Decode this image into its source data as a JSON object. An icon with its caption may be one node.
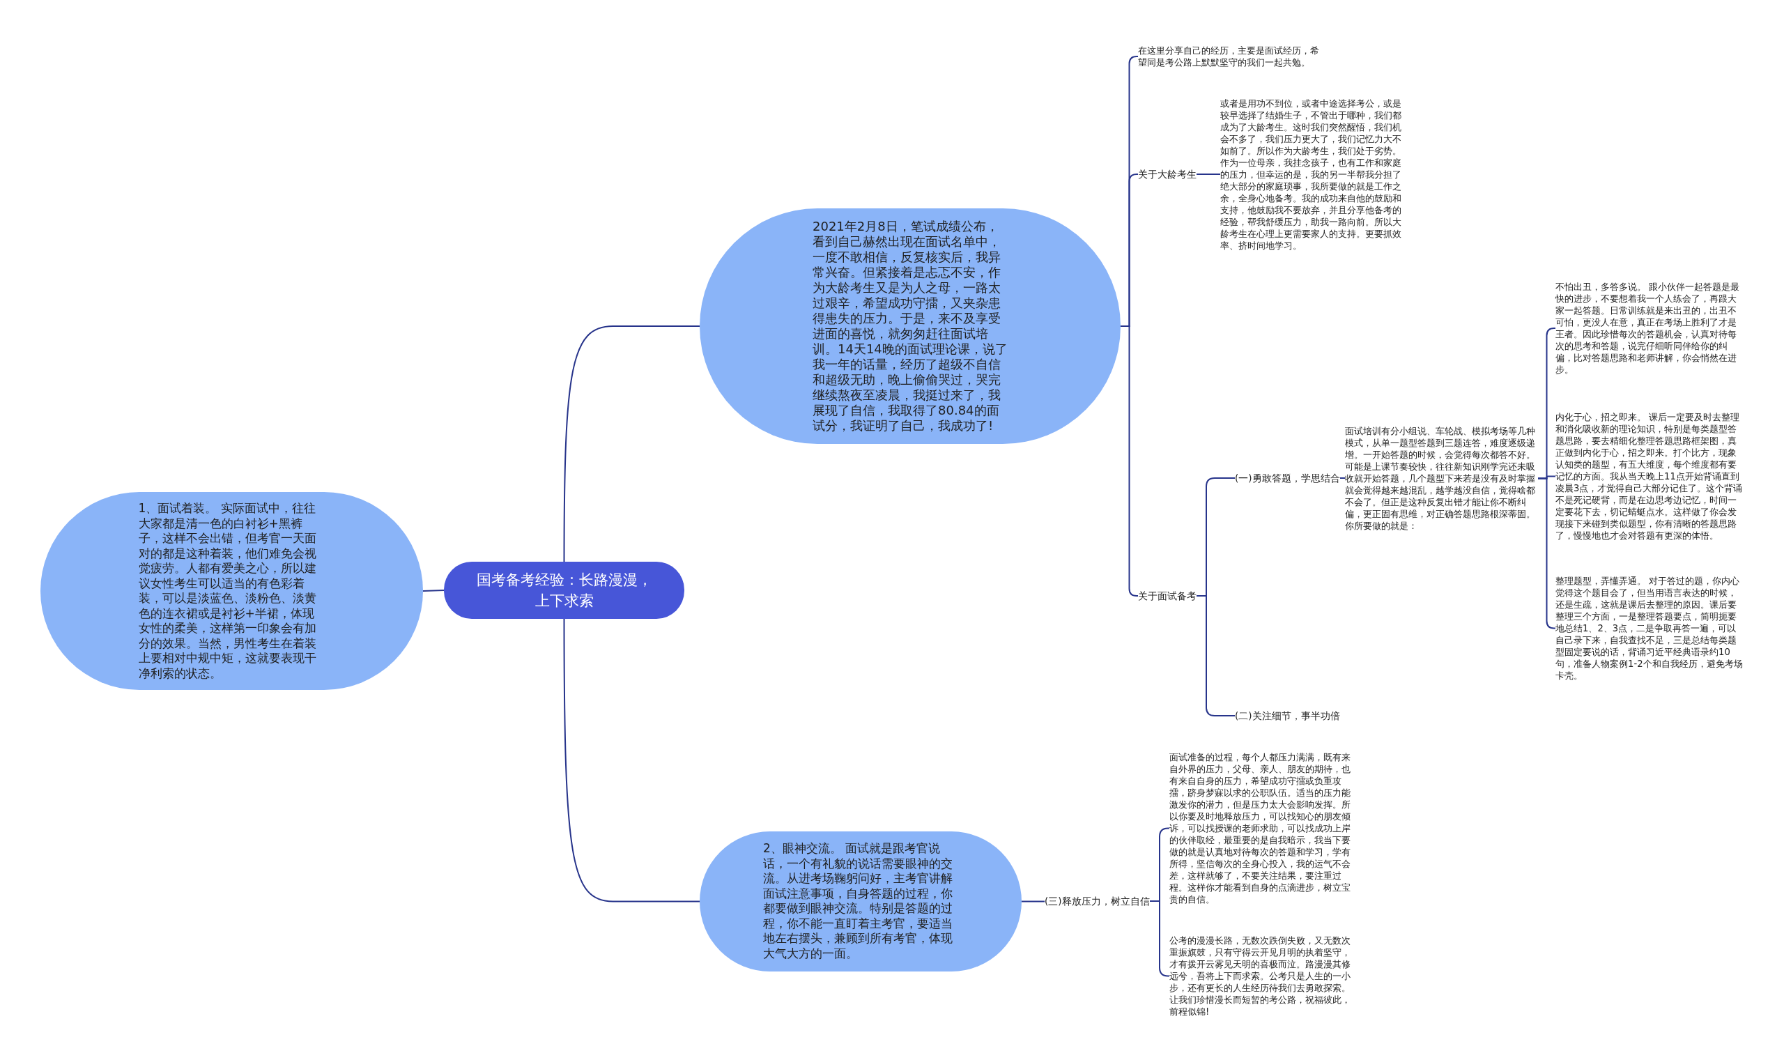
{
  "diagram": {
    "nodes": [
      {
        "text": [
          "国考备考经验：长路漫漫，上下求索"
        ]
      },
      {
        "text": [
          "1、面试着装。 实际面试中，往往大家都是清一色的白衬衫+黑裤子，这样不会出错，但考官一天面对的都是这种着装，他们难免会视觉疲劳。人都有爱美之心，所以建议女性考生可以适当的有色彩着装，可以是淡蓝色、淡粉色、淡黄色的连衣裙或是衬衫+半裙，体现女性的柔美，这样第一印象会有加分的效果。当然，男性考生在着装上要相对中规中矩，这就要表现干净利索的状态。"
        ]
      },
      {
        "text": [
          "2021年2月8日，笔试成绩公布，看到自己赫然出现在面试名单中，一度不敢相信，反复核实后，我异常兴奋。但紧接着是忐忑不安，作为大龄考生又是为人之母，一路太过艰辛，希望成功守擂，又夹杂患得患失的压力。于是，来不及享受进面的喜悦，就匆匆赶往面试培训。14天14晚的面试理论课，说了我一年的话量，经历了超级不自信和超级无助，晚上偷偷哭过，哭完继续熬夜至凌晨，我挺过来了，我展现了自信，我取得了80.84的面试分，我证明了自己，我成功了!"
        ]
      },
      {
        "text": [
          "2、眼神交流。 面试就是跟考官说话，一个有礼貌的说话需要眼神的交流。从进考场鞠躬问好，主考官讲解面试注意事项，自身答题的过程，你都要做到眼神交流。特别是答题的过程，你不能一直盯着主考官，要适当地左右摆头，兼顾到所有考官，体现大气大方的一面。"
        ]
      },
      {
        "text": [
          "在这里分享自己的经历，主要是面试经历，希望同是考公路上默默坚守的我们一起共勉。"
        ]
      },
      {
        "text": [
          "关于大龄考生"
        ]
      },
      {
        "text": [
          "或者是用功不到位，或者中途选择考公，或是较早选择了结婚生子，不管出于哪种，我们都成为了大龄考生。这时我们突然醒悟，我们机会不多了，我们压力更大了，我们记忆力大不如前了。所以作为大龄考生，我们处于劣势。作为一位母亲，我挂念孩子，也有工作和家庭的压力，但幸运的是，我的另一半帮我分担了绝大部分的家庭琐事，我所要做的就是工作之余，全身心地备考。我的成功来自他的鼓励和支持，他鼓励我不要放弃，并且分享他备考的经验，帮我舒缓压力，助我一路向前。所以大龄考生在心理上更需要家人的支持。更要抓效率、挤时间地学习。"
        ]
      },
      {
        "text": [
          "关于面试备考"
        ]
      },
      {
        "text": [
          "(一)勇敢答题，学思结合"
        ]
      },
      {
        "text": [
          "面试培训有分小组说、车轮战、模拟考场等几种模式，从单一题型答题到三题连答，难度逐级递增。一开始答题的时候，会觉得每次都答不好。可能是上课节奏较快，往往新知识刚学完还未吸收就开始答题，几个题型下来若是没有及时掌握就会觉得越来越混乱，越学越没自信，觉得啥都不会了。但正是这种反复出错才能让你不断纠偏，更正固有思维，对正确答题思路根深蒂固。你所要做的就是："
        ]
      },
      {
        "text": [
          "不怕出丑，多答多说。 跟小伙伴一起答题是最快的进步，不要想着我一个人练会了，再跟大家一起答题。日常训练就是来出丑的，出丑不可怕，更没人在意，真正在考场上胜利了才是王者。因此珍惜每次的答题机会，认真对待每次的思考和答题，说完仔细听同伴给你的纠偏，比对答题思路和老师讲解，你会悄然在进步。"
        ]
      },
      {
        "text": [
          "内化于心，招之即来。 课后一定要及时去整理和消化吸收新的理论知识，特别是每类题型答题思路，要去精细化整理答题思路框架图，真正做到内化于心，招之即来。打个比方，现象认知类的题型，有五大维度，每个维度都有要记忆的方面。我从当天晚上11点开始背诵直到凌晨3点，才觉得自己大部分记住了。这个背诵不是死记硬背，而是在边思考边记忆，时间一定要花下去，切记蜻蜓点水。这样做了你会发现接下来碰到类似题型，你有清晰的答题思路了，慢慢地也才会对答题有更深的体悟。"
        ]
      },
      {
        "text": [
          "整理题型，弄懂弄通。 对于答过的题，你内心觉得这个题目会了，但当用语言表达的时候，还是生疏，这就是课后去整理的原因。课后要整理三个方面，一是整理答题要点，简明扼要地总结1、2、3点，二是争取再答一遍，可以自己录下来，自我查找不足，三是总结每类题型固定要说的话，背诵习近平经典语录约10句，准备人物案例1-2个和自我经历，避免考场卡壳。"
        ]
      },
      {
        "text": [
          "(二)关注细节，事半功倍"
        ]
      },
      {
        "text": [
          "(三)释放压力，树立自信"
        ]
      },
      {
        "text": [
          "面试准备的过程，每个人都压力满满，既有来自外界的压力，父母、亲人、朋友的期待，也有来自自身的压力，希望成功守擂或负重攻擂，跻身梦寐以求的公职队伍。适当的压力能激发你的潜力，但是压力太大会影响发挥。所以你要及时地释放压力，可以找知心的朋友倾诉，可以找授课的老师求助，可以找成功上岸的伙伴取经，最重要的是自我暗示，我当下要做的就是认真地对待每次的答题和学习，学有所得，坚信每次的全身心投入，我的运气不会差，这样就够了，不要关注结果，要注重过程。这样你才能看到自身的点滴进步，树立宝贵的自信。"
        ]
      },
      {
        "text": [
          "公考的漫漫长路，无数次跌倒失败，又无数次重振旗鼓，只有守得云开见月明的执着坚守，才有拨开云雾见天明的喜极而泣。路漫漫其修远兮，吾将上下而求索。公考只是人生的一小步，还有更长的人生经历待我们去勇敢探索。让我们珍惜漫长而短暂的考公路，祝福彼此，前程似锦!"
        ]
      }
    ],
    "edges": [
      {
        "from": 0,
        "to": 1,
        "arrow": "none"
      },
      {
        "from": 0,
        "to": 2,
        "arrow": "none"
      },
      {
        "from": 0,
        "to": 3,
        "arrow": "none"
      },
      {
        "from": 2,
        "to": 4,
        "arrow": "none"
      },
      {
        "from": 2,
        "to": 5,
        "arrow": "none"
      },
      {
        "from": 5,
        "to": 6,
        "arrow": "none"
      },
      {
        "from": 2,
        "to": 7,
        "arrow": "none"
      },
      {
        "from": 7,
        "to": 8,
        "arrow": "none"
      },
      {
        "from": 8,
        "to": 9,
        "arrow": "none"
      },
      {
        "from": 9,
        "to": 10,
        "arrow": "none"
      },
      {
        "from": 9,
        "to": 11,
        "arrow": "none"
      },
      {
        "from": 9,
        "to": 12,
        "arrow": "none"
      },
      {
        "from": 7,
        "to": 13,
        "arrow": "none"
      },
      {
        "from": 3,
        "to": 14,
        "arrow": "none"
      },
      {
        "from": 14,
        "to": 15,
        "arrow": "none"
      },
      {
        "from": 14,
        "to": 16,
        "arrow": "none"
      }
    ]
  }
}
